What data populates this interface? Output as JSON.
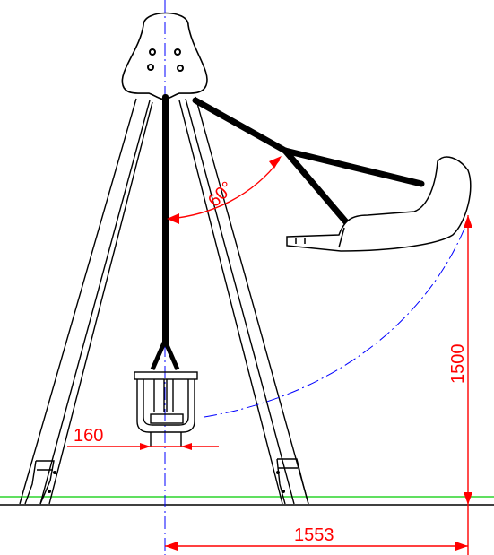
{
  "colors": {
    "outline": "#000000",
    "dimension": "#ff0000",
    "centerline": "#0000ff",
    "ground": "#00cc00"
  },
  "dimensions": {
    "angle": "60°",
    "seat_width": "160",
    "swing_height": "1500",
    "swing_reach": "1553"
  }
}
